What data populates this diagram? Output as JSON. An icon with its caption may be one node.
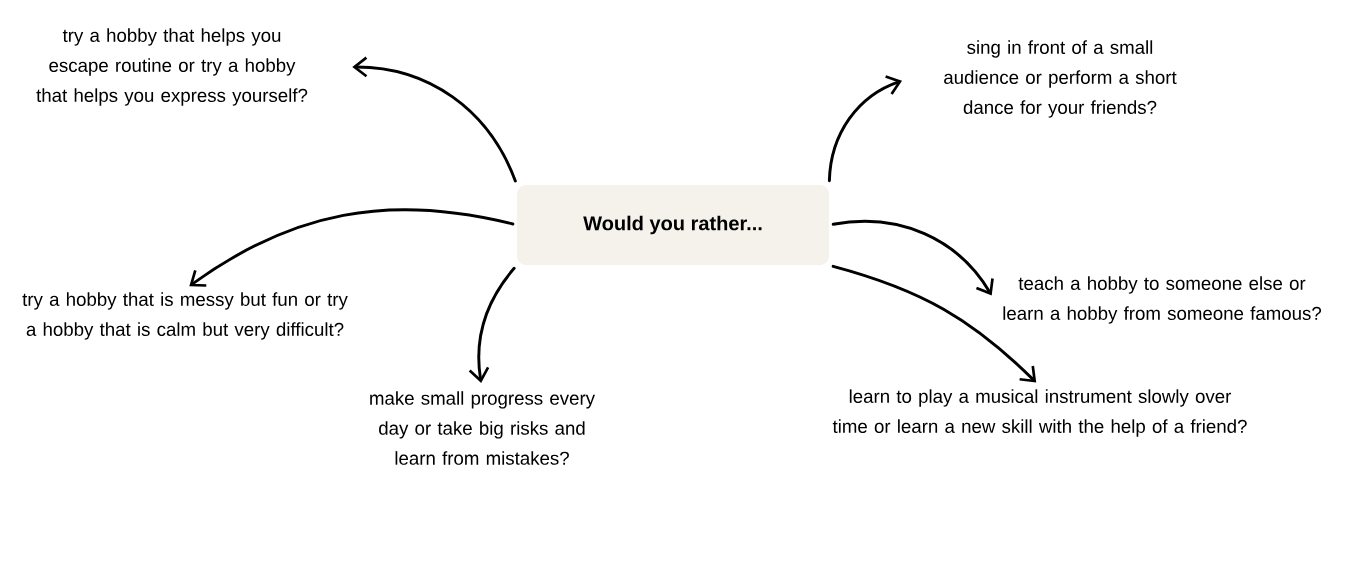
{
  "diagram": {
    "nodes": [
      {
        "text": [
          "Would you rather..."
        ]
      },
      {
        "text": [
          "try a hobby that helps you escape routine or try a hobby that helps you express yourself?"
        ]
      },
      {
        "text": [
          "sing in front of a small audience or perform a short dance for your friends?"
        ]
      },
      {
        "text": [
          "try a hobby that is messy but fun or try a hobby that is calm but very difficult?"
        ]
      },
      {
        "text": [
          "teach a hobby to someone else or learn a hobby from someone famous?"
        ]
      },
      {
        "text": [
          "make small progress every day or take big risks and learn from mistakes?"
        ]
      },
      {
        "text": [
          "learn to play a musical instrument slowly over time or learn a new skill with the help of a friend?"
        ]
      }
    ],
    "edges": [
      {
        "from": 0,
        "to": 1,
        "arrow": "to"
      },
      {
        "from": 0,
        "to": 2,
        "arrow": "to"
      },
      {
        "from": 0,
        "to": 3,
        "arrow": "to"
      },
      {
        "from": 0,
        "to": 4,
        "arrow": "to"
      },
      {
        "from": 0,
        "to": 5,
        "arrow": "to"
      },
      {
        "from": 0,
        "to": 6,
        "arrow": "to"
      }
    ]
  }
}
